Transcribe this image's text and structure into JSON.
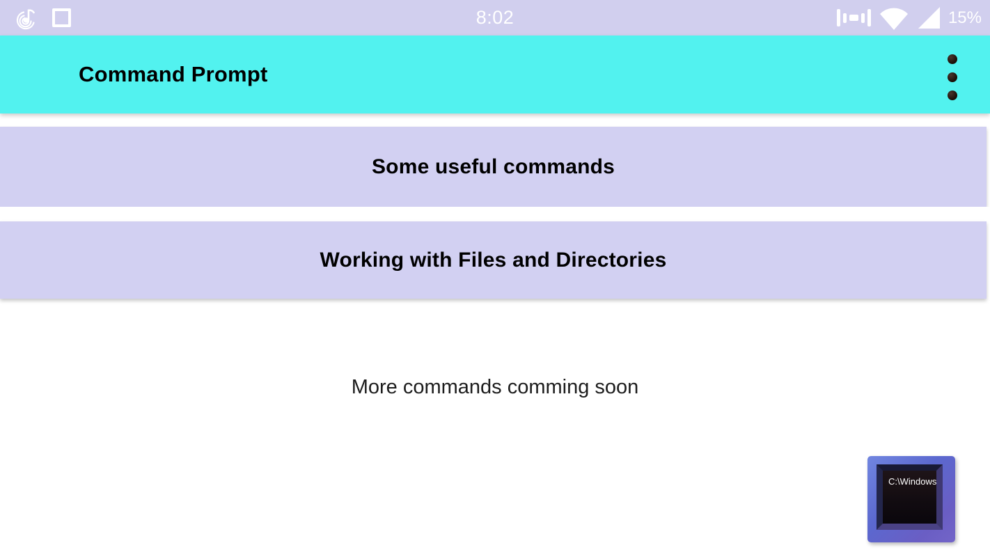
{
  "status_bar": {
    "time": "8:02",
    "battery_percent": "15%",
    "left_icons": [
      "music-note-icon",
      "square-notification-icon"
    ],
    "right_icons": [
      "vibrate-icon",
      "wifi-icon",
      "cell-signal-icon"
    ]
  },
  "header": {
    "title": "Command Prompt",
    "menu_icon": "overflow-dots-icon"
  },
  "menu_buttons": [
    {
      "label": "Some useful commands"
    },
    {
      "label": "Working with Files and Directories"
    }
  ],
  "body": {
    "note": "More commands comming soon"
  },
  "fab": {
    "icon": "command-prompt-window-icon",
    "screen_text": "C:\\Windows\\"
  },
  "colors": {
    "status_bar_bg": "#d1cfee",
    "header_bg": "#52f2ef",
    "button_bg": "#d2d0f2",
    "fab_frame_blue": "#5f6ace",
    "text_black": "#000000"
  }
}
